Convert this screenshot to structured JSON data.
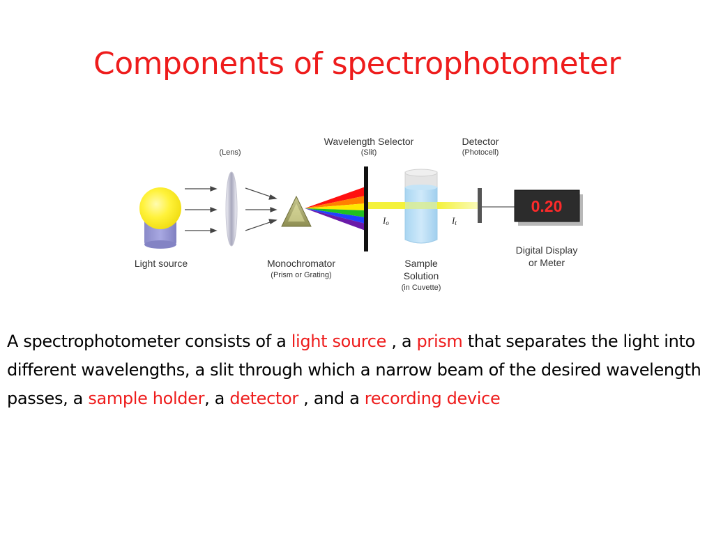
{
  "slide": {
    "title": "Components of spectrophotometer"
  },
  "diagram": {
    "labels": {
      "lens": "(Lens)",
      "wavelength_selector": "Wavelength Selector",
      "slit": "(Slit)",
      "detector": "Detector",
      "photocell": "(Photocell)",
      "light_source": "Light source",
      "monochromator": "Monochromator",
      "prism_or_grating": "(Prism or Grating)",
      "sample_line1": "Sample",
      "sample_line2": "Solution",
      "cuvette": "(in Cuvette)",
      "display_line1": "Digital Display",
      "display_line2": "or Meter",
      "i0": "I",
      "i0_sub": "o",
      "it": "I",
      "it_sub": "t"
    },
    "display_value": "0.20",
    "colors": {
      "bulb": "#ffee33",
      "bulb_base": "#9a9ad6",
      "prism": "#9c9c5c",
      "beam": "#f4f23a",
      "display_text": "#ff2a2a",
      "spectrum": [
        "#ff1010",
        "#ff8000",
        "#ffe800",
        "#20c020",
        "#2040ff",
        "#6a1aa8"
      ]
    }
  },
  "description": {
    "p1": "A spectrophotometer consists of a ",
    "light_source": "light source",
    "p2": " , a ",
    "prism": "prism",
    "p3": " that separates the light into different wavelengths, a slit through which a narrow beam of the desired wavelength passes, a ",
    "sample_holder": "sample holder",
    "p4": ", a ",
    "detector": "detector",
    "p5": " , and a ",
    "recording_device": "recording device"
  }
}
